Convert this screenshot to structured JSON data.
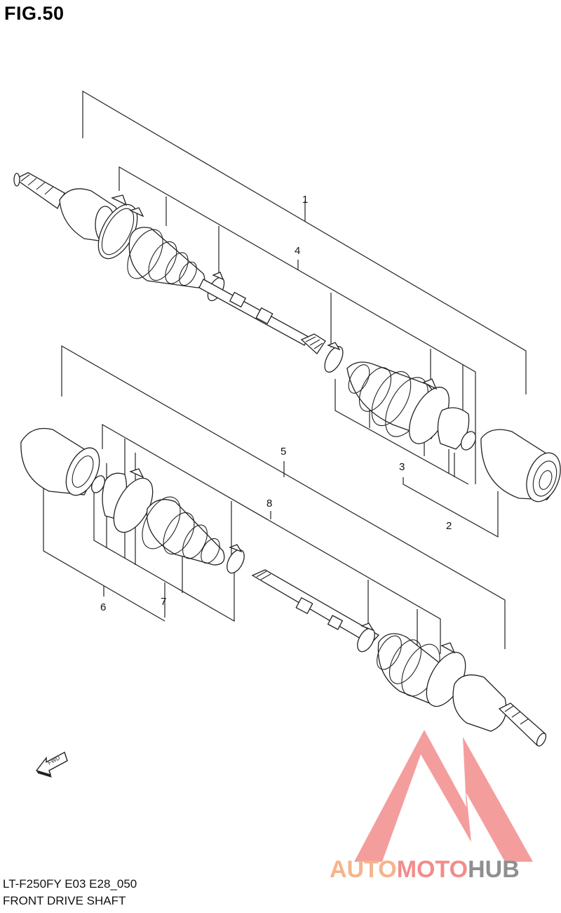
{
  "figure": {
    "title": "FIG.50",
    "model_code": "LT-F250FY E03 E28_050",
    "section_name": "FRONT DRIVE SHAFT"
  },
  "callouts": [
    "1",
    "2",
    "3",
    "4",
    "5",
    "6",
    "7",
    "8"
  ],
  "direction_label": "FWD",
  "watermark": {
    "part1": "AUTO",
    "part2": "MOTO",
    "part3": "HUB",
    "color_part1": "#f6b48a",
    "color_part2": "#f28c8c",
    "color_part3": "#8f8f8f",
    "logo_color": "#f28c8c"
  }
}
